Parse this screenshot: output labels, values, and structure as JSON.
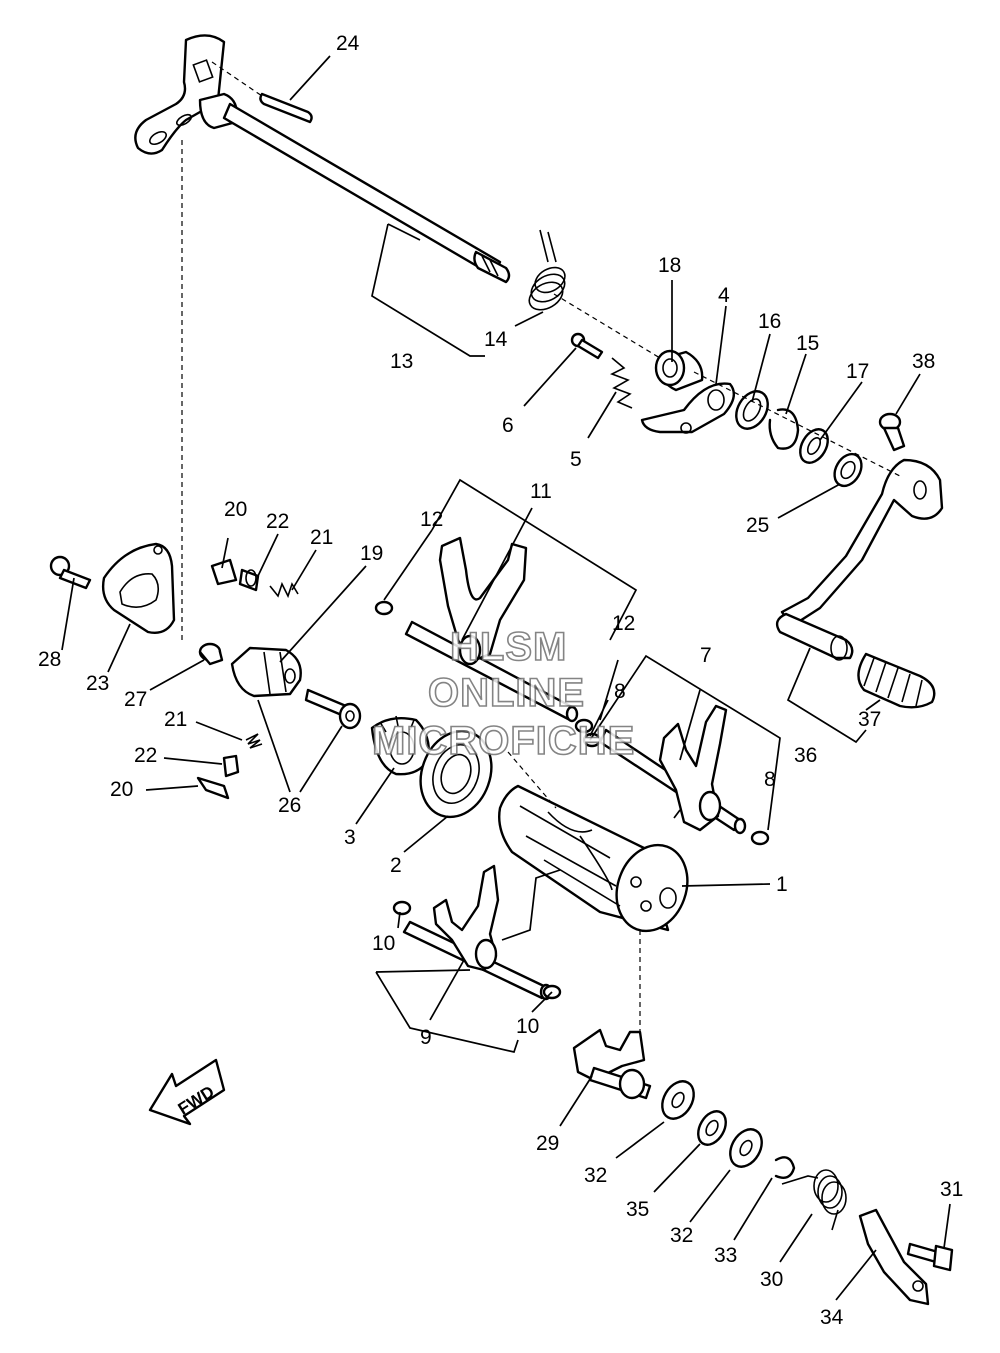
{
  "callouts": [
    "1",
    "2",
    "3",
    "4",
    "5",
    "6",
    "7",
    "8",
    "8",
    "9",
    "10",
    "10",
    "11",
    "12",
    "12",
    "13",
    "14",
    "15",
    "16",
    "17",
    "18",
    "19",
    "20",
    "20",
    "21",
    "21",
    "22",
    "22",
    "23",
    "24",
    "25",
    "26",
    "27",
    "28",
    "29",
    "30",
    "31",
    "32",
    "32",
    "33",
    "34",
    "35",
    "36",
    "37",
    "38"
  ],
  "watermark": {
    "line1": "HLSM",
    "line2": "ONLINE",
    "line3": "MICROFICHE"
  },
  "fwd_label": "FWD"
}
